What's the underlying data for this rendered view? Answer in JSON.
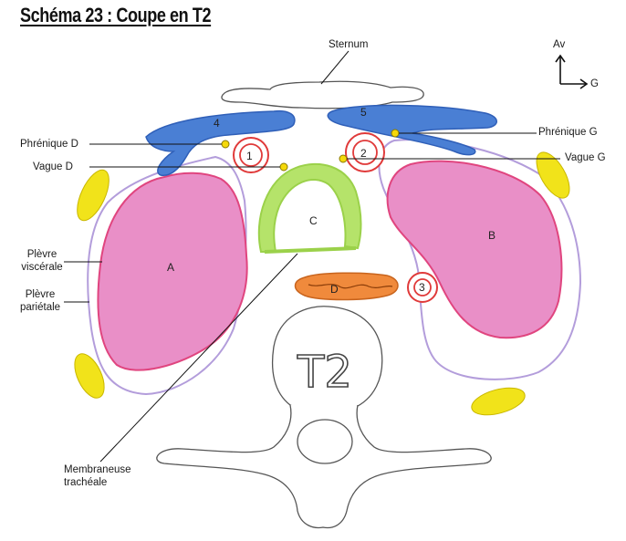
{
  "title": "Schéma 23 : Coupe en T2",
  "orientation": {
    "anterior": "Av",
    "left": "G"
  },
  "labels": {
    "sternum": "Sternum",
    "phrenique_d": "Phrénique D",
    "vague_d": "Vague D",
    "phrenique_g": "Phrénique G",
    "vague_g": "Vague G",
    "plevre_visc_1": "Plèvre",
    "plevre_visc_2": "viscérale",
    "plevre_par_1": "Plèvre",
    "plevre_par_2": "pariétale",
    "membraneuse_1": "Membraneuse",
    "membraneuse_2": "trachéale"
  },
  "structures": {
    "n1": "1",
    "n2": "2",
    "n3": "3",
    "n4": "4",
    "n5": "5",
    "a": "A",
    "b": "B",
    "c": "C",
    "d": "D",
    "vertebra": "T2"
  },
  "colors": {
    "lung": "#e98fc7",
    "pleura": "#b39ddb",
    "trachea": "#b5e36a",
    "esophagus": "#f08a3c",
    "vein": "#4a7fd4",
    "artery": "#e03a3a",
    "nerve": "#f5d90a",
    "fat": "#f1e31a"
  }
}
